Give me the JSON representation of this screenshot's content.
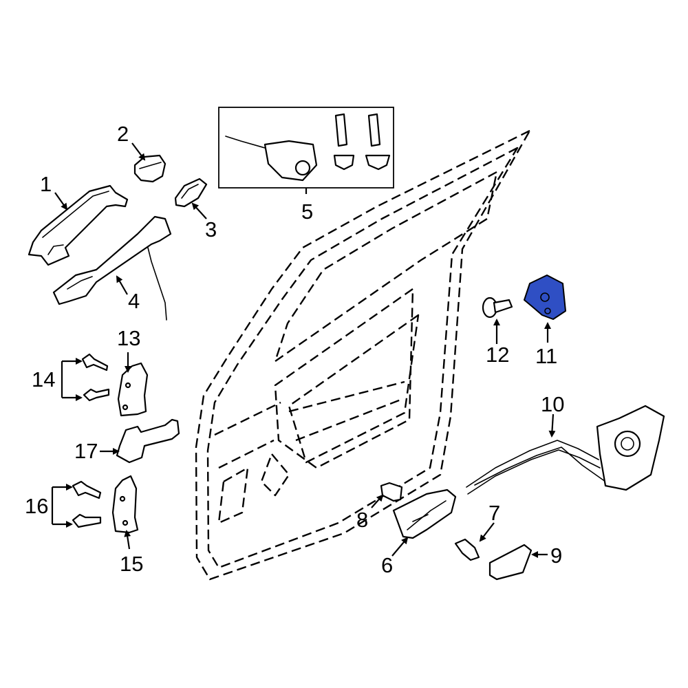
{
  "diagram": {
    "callouts": {
      "c1": "1",
      "c2": "2",
      "c3": "3",
      "c4": "4",
      "c5": "5",
      "c6": "6",
      "c7": "7",
      "c8": "8",
      "c9": "9",
      "c10": "10",
      "c11": "11",
      "c12": "12",
      "c13": "13",
      "c14": "14",
      "c15": "15",
      "c16": "16",
      "c17": "17"
    },
    "highlight_color": "#2f4fc4"
  }
}
